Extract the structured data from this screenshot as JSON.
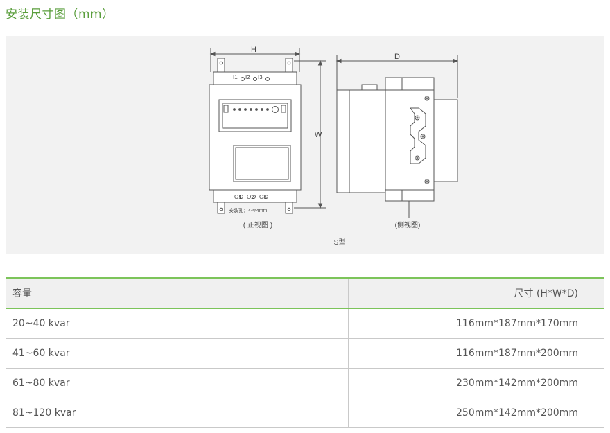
{
  "title": "安装尺寸图（mm）",
  "drawing": {
    "front": {
      "dim_h": "H",
      "dim_w": "W",
      "inputs": [
        "I1",
        "I2",
        "I3"
      ],
      "outputs": [
        "O1",
        "O2",
        "O3"
      ],
      "mount_note": "安装孔：4-Φ4mm",
      "caption": "( 正视图 )"
    },
    "side": {
      "dim_d": "D",
      "caption": "(侧视图)"
    },
    "model": "S型"
  },
  "table": {
    "headers": [
      "容量",
      "尺寸 (H*W*D)"
    ],
    "rows": [
      [
        "20~40 kvar",
        "116mm*187mm*170mm"
      ],
      [
        "41~60 kvar",
        "116mm*187mm*200mm"
      ],
      [
        "61~80 kvar",
        "230mm*142mm*200mm"
      ],
      [
        "81~120 kvar",
        "250mm*142mm*200mm"
      ]
    ]
  },
  "colors": {
    "accent": "#5a9e3c",
    "rule": "#7cc45a"
  }
}
